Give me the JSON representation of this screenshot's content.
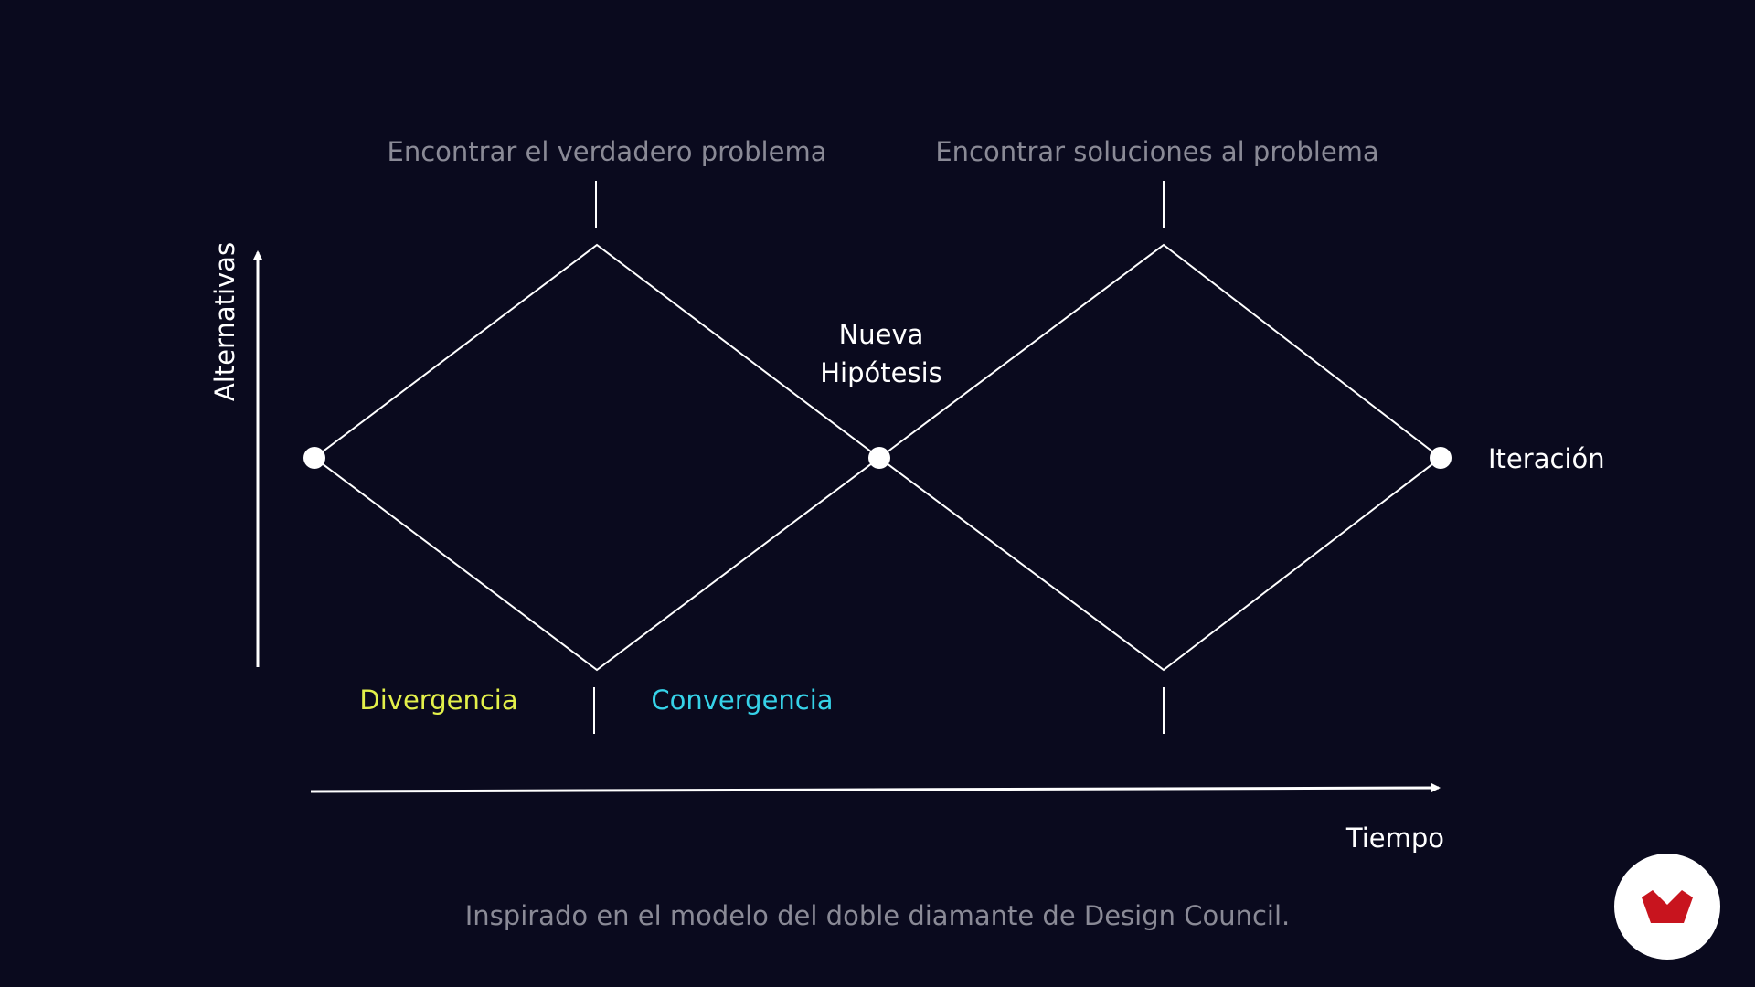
{
  "diagram": {
    "phase_labels": {
      "problem": "Encontrar el verdadero problema",
      "solutions": "Encontrar soluciones al problema"
    },
    "node_label": {
      "line1": "Nueva",
      "line2": "Hipótesis"
    },
    "iteration_label": "Iteración",
    "axes": {
      "y_label": "Alternativas",
      "x_label": "Tiempo"
    },
    "mode_labels": {
      "divergence": "Divergencia",
      "convergence": "Convergencia"
    },
    "colors": {
      "background": "#0a0a1e",
      "line": "#ffffff",
      "phase_text": "#8a8a96",
      "divergence": "#e3f04a",
      "convergence": "#36d2e8",
      "logo": "#c8141e"
    }
  },
  "footer": {
    "caption": "Inspirado en el modelo del doble diamante de Design Council."
  },
  "logo": {
    "icon": "brand-chevron-logo"
  }
}
